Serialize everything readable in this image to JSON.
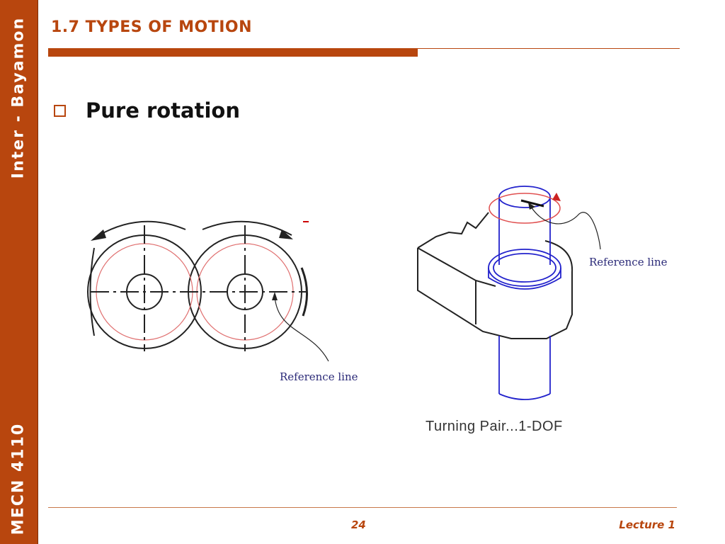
{
  "sidebar": {
    "top_text": "Inter - Bayamon",
    "bottom_text": "MECN 4110"
  },
  "header": {
    "title": "1.7 TYPES OF MOTION"
  },
  "content": {
    "bullet": "Pure rotation",
    "left_figure_label": "Reference line",
    "right_figure_label": "Reference line",
    "caption": "Turning Pair...1-DOF"
  },
  "footer": {
    "page_number": "24",
    "lecture": "Lecture 1"
  },
  "colors": {
    "accent": "#b8460e",
    "label_blue": "#2b2a78",
    "shaft_blue": "#2222cc",
    "reference_red": "#e05050"
  }
}
